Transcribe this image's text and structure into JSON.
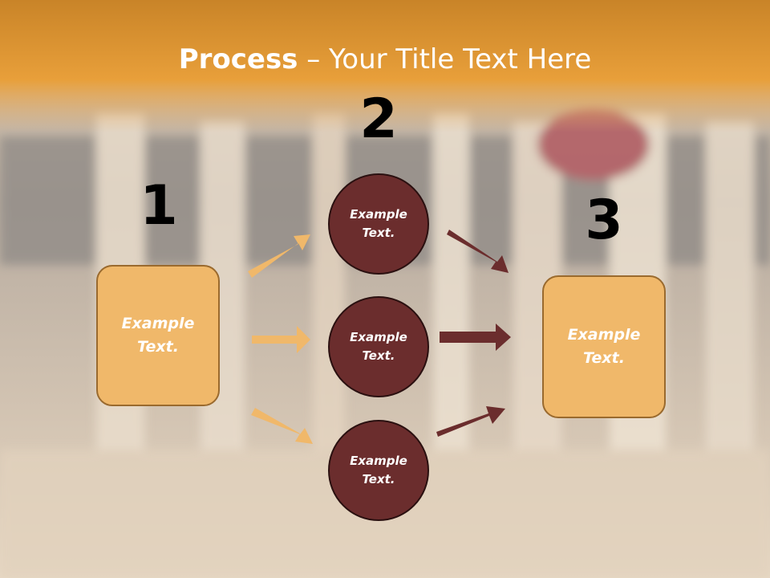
{
  "title": {
    "bold": "Process",
    "rest": " – Your Title Text Here"
  },
  "steps": [
    {
      "number": "1",
      "text_line1": "Example",
      "text_line2": "Text."
    },
    {
      "number": "2",
      "circles": [
        {
          "text_line1": "Example",
          "text_line2": "Text."
        },
        {
          "text_line1": "Example",
          "text_line2": "Text."
        },
        {
          "text_line1": "Example",
          "text_line2": "Text."
        }
      ]
    },
    {
      "number": "3",
      "text_line1": "Example",
      "text_line2": "Text."
    }
  ],
  "colors": {
    "header_orange": "#e89a35",
    "box_fill": "#f0b86a",
    "circle_fill": "#6b2d2d",
    "arrow_light": "#f0b86a",
    "arrow_dark": "#6b2d2d"
  }
}
